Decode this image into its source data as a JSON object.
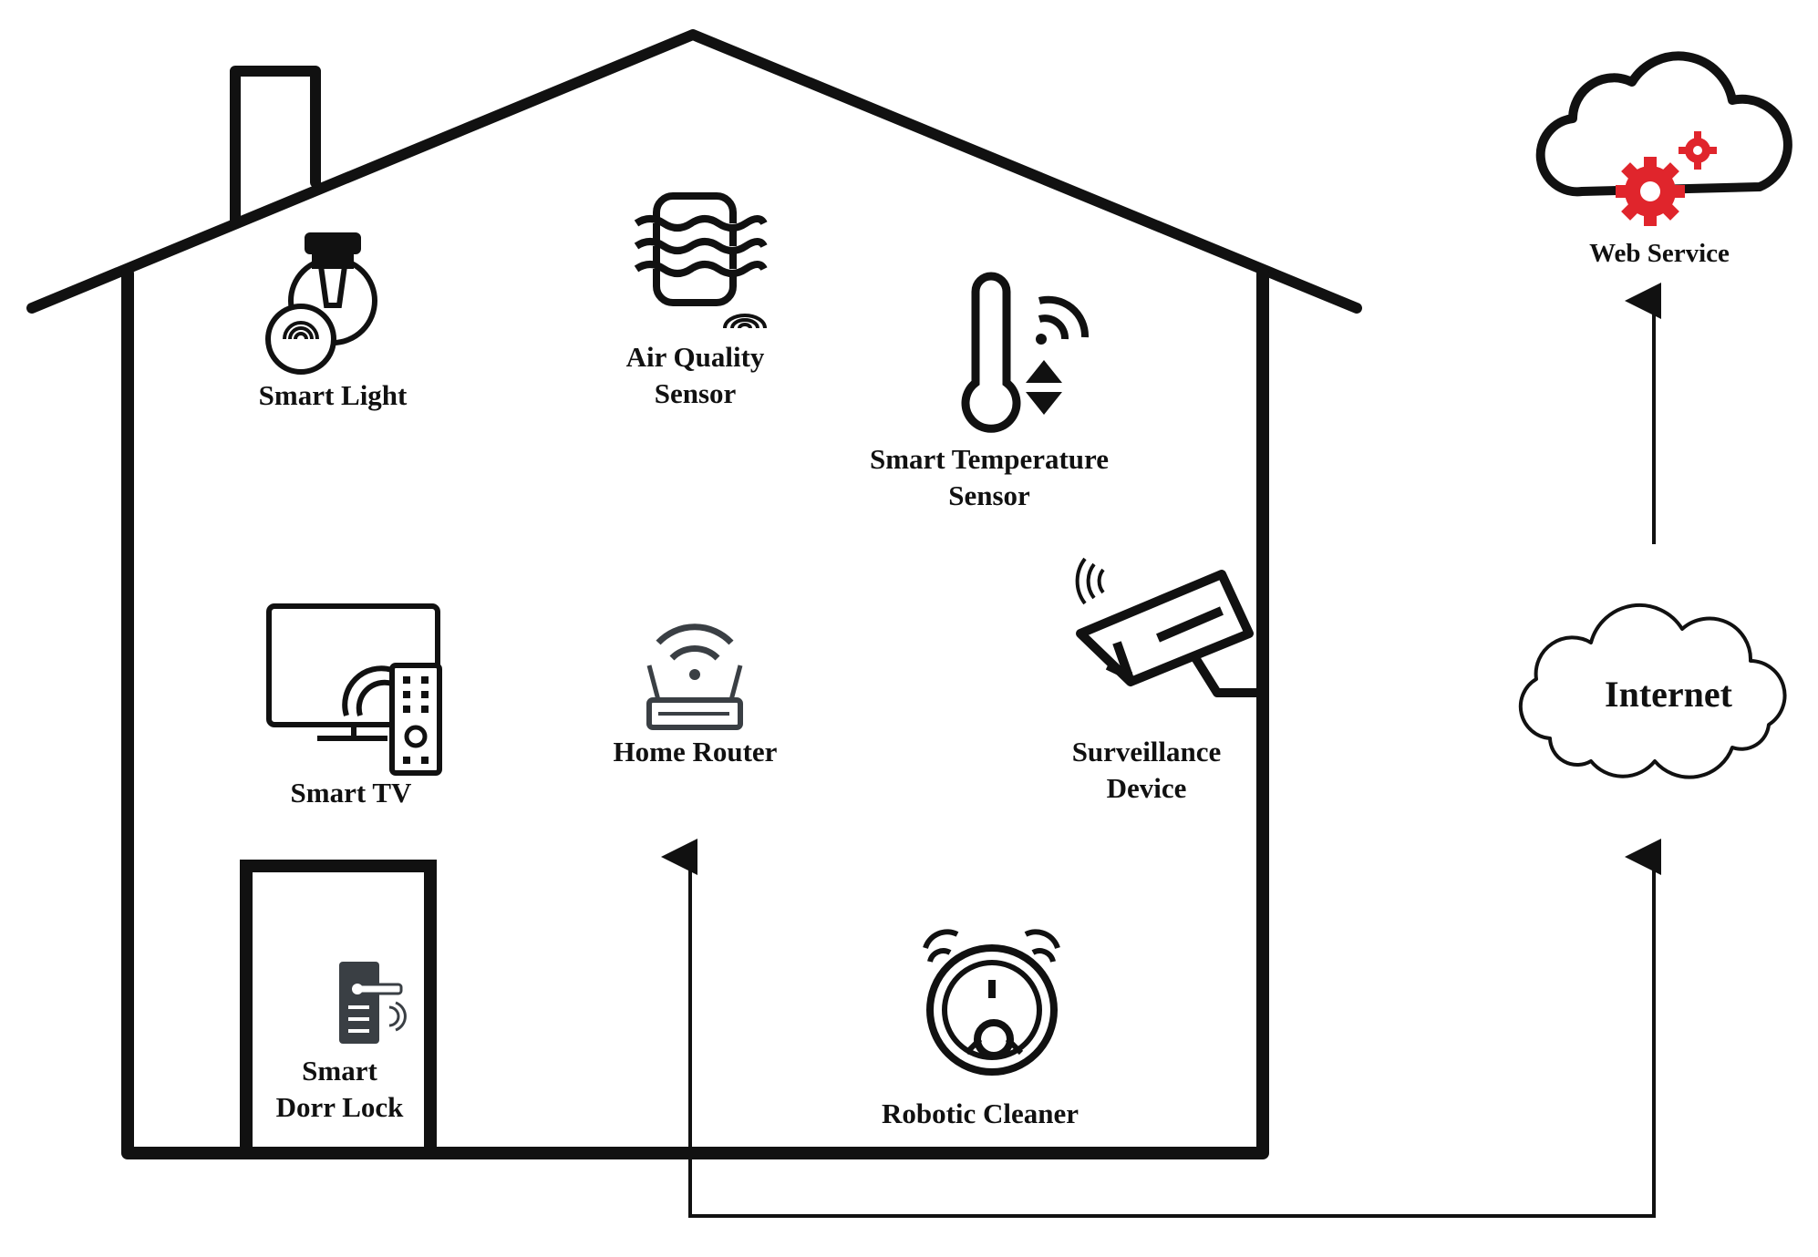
{
  "devices": {
    "smart_light": {
      "label": "Smart Light"
    },
    "air_quality": {
      "line1": "Air Quality",
      "line2": "Sensor"
    },
    "temperature": {
      "line1": "Smart Temperature",
      "line2": "Sensor"
    },
    "smart_tv": {
      "label": "Smart TV"
    },
    "home_router": {
      "label": "Home Router"
    },
    "surveillance": {
      "line1": "Surveillance",
      "line2": "Device"
    },
    "door_lock": {
      "line1": "Smart",
      "line2": "Dorr Lock"
    },
    "robotic_cleaner": {
      "label": "Robotic Cleaner"
    }
  },
  "external": {
    "internet": {
      "label": "Internet"
    },
    "web_service": {
      "label": "Web Service"
    }
  },
  "icons": [
    "bulb-icon",
    "air-quality-icon",
    "thermometer-icon",
    "tv-remote-icon",
    "router-icon",
    "camera-icon",
    "door-lock-icon",
    "robot-vacuum-icon",
    "cloud-gear-icon",
    "cloud-icon"
  ],
  "colors": {
    "stroke": "#111111",
    "gear": "#e0252c",
    "icon_dark": "#3a3f44"
  }
}
